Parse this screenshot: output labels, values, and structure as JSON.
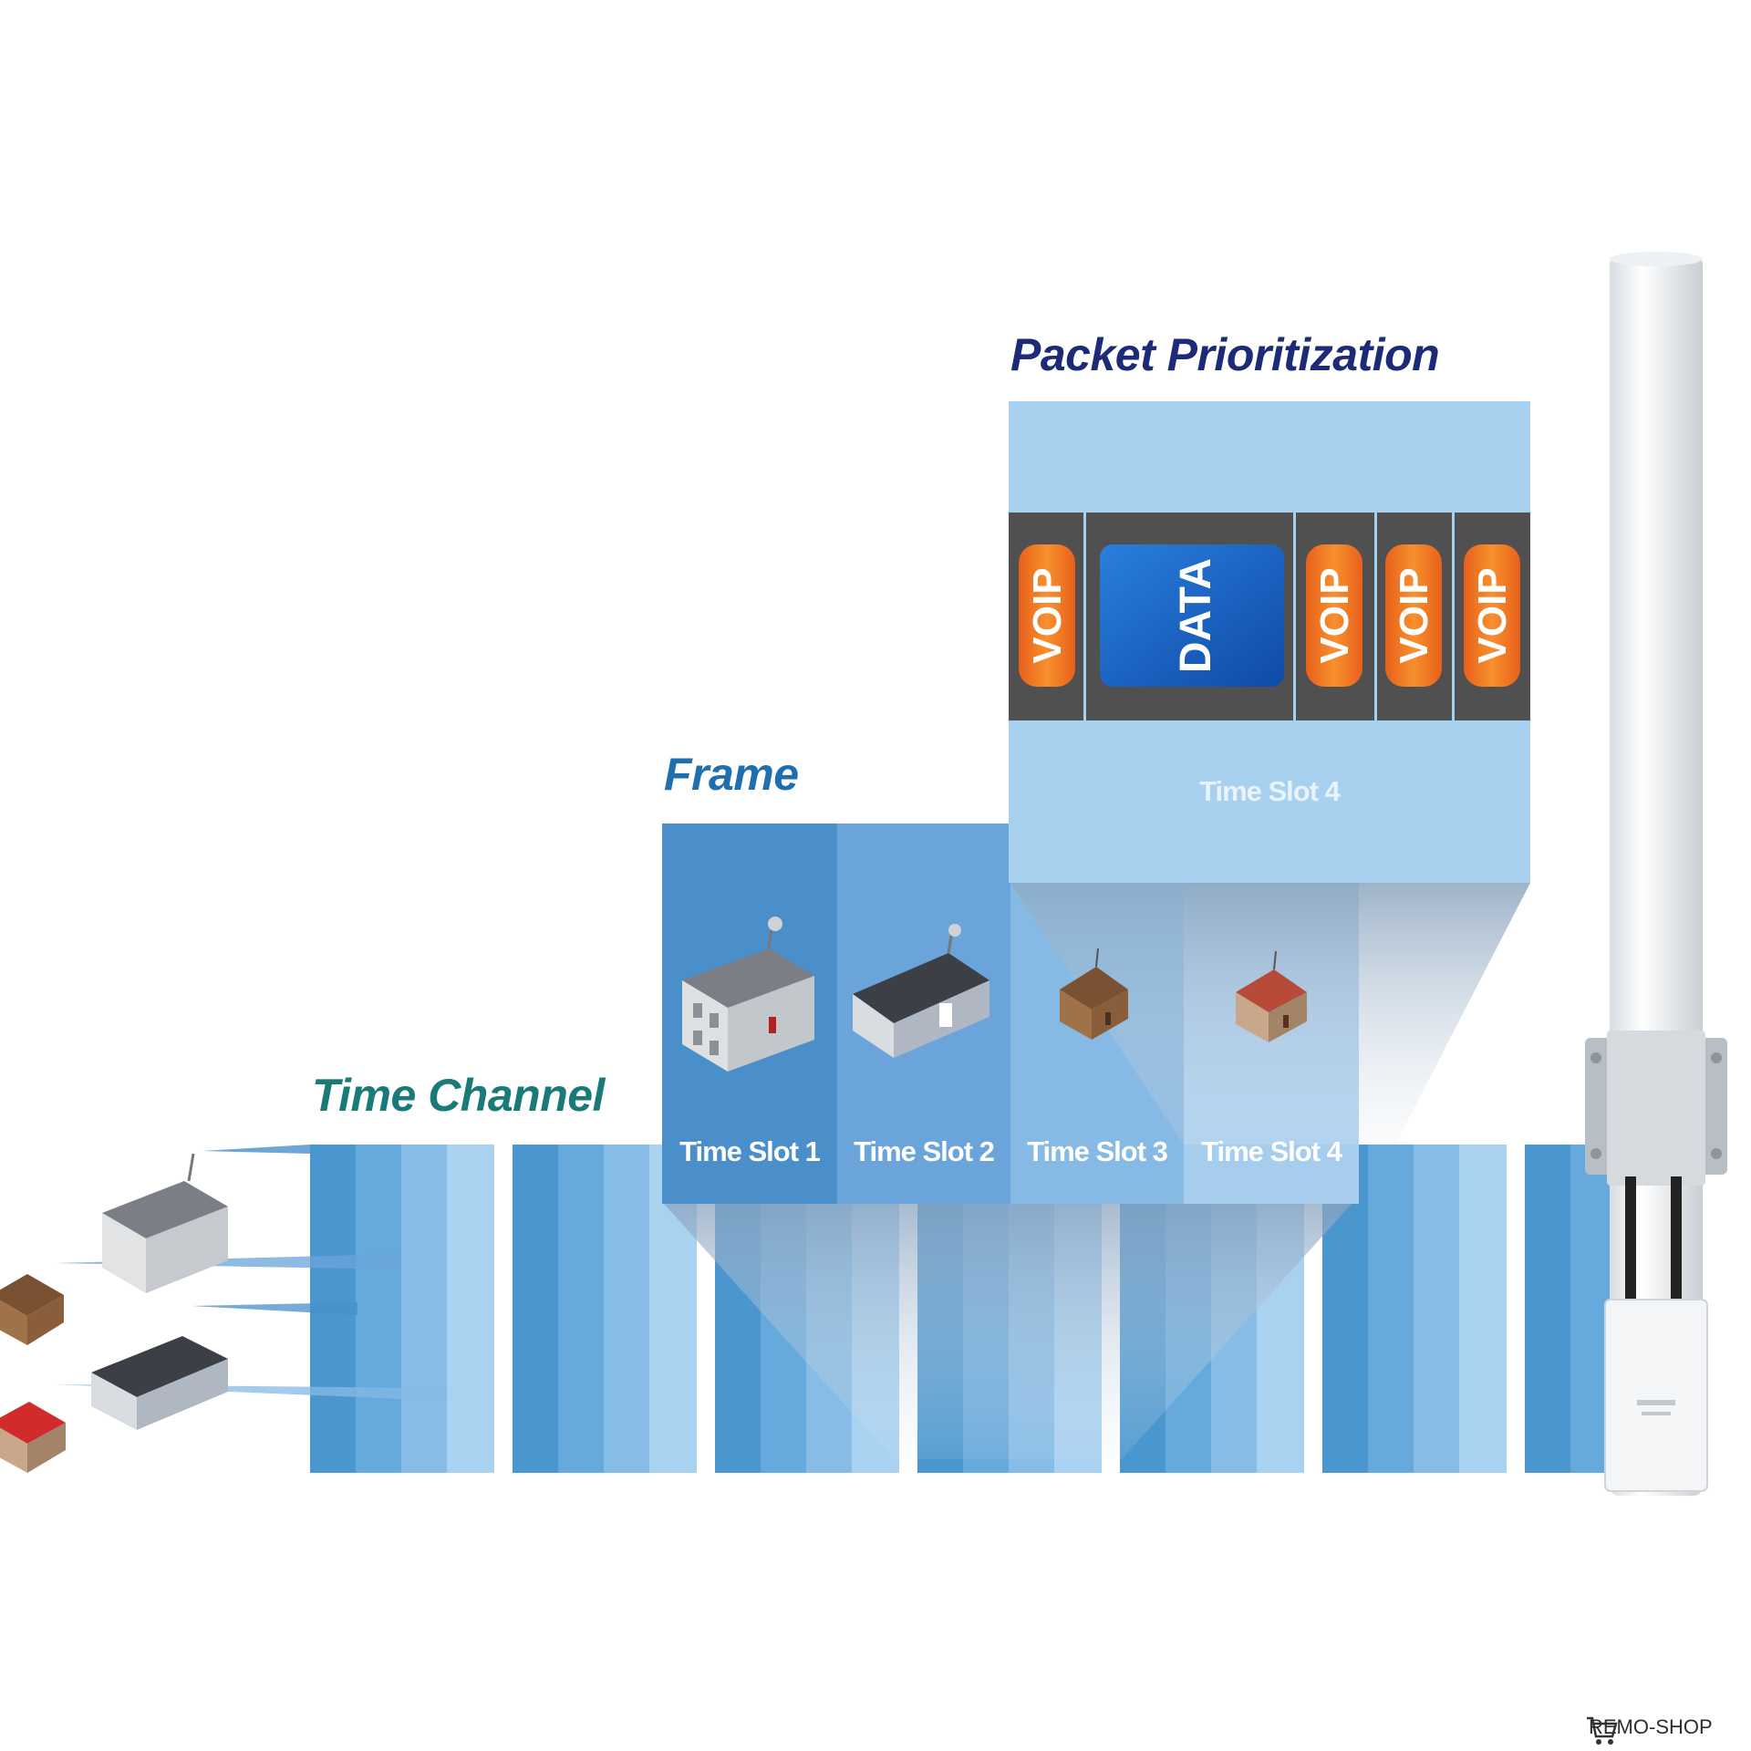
{
  "titles": {
    "time_channel": "Time Channel",
    "frame": "Frame",
    "packet_prioritization": "Packet Prioritization"
  },
  "frame_slots": [
    {
      "label": "Time Slot 1"
    },
    {
      "label": "Time Slot 2"
    },
    {
      "label": "Time Slot 3"
    },
    {
      "label": "Time Slot 4"
    }
  ],
  "zoom_slot_label": "Time Slot 4",
  "packets": [
    {
      "label": "VOIP",
      "kind": "voip"
    },
    {
      "label": "DATA",
      "kind": "data"
    },
    {
      "label": "VOIP",
      "kind": "voip"
    },
    {
      "label": "VOIP",
      "kind": "voip"
    },
    {
      "label": "VOIP",
      "kind": "voip"
    }
  ],
  "watermark": "REMO-SHOP",
  "colors": {
    "time_channel_title": "#1a7a78",
    "frame_title": "#1f6fae",
    "packet_title": "#1d2a78",
    "voip": "#f07820",
    "data": "#1560c0",
    "packet_bar": "#505050",
    "zoom_panel": "#a8d0ef"
  },
  "icons": [
    "house-gray-icon",
    "house-flat-icon",
    "house-brown-icon",
    "house-red-icon",
    "omni-antenna-icon",
    "cart-icon"
  ]
}
